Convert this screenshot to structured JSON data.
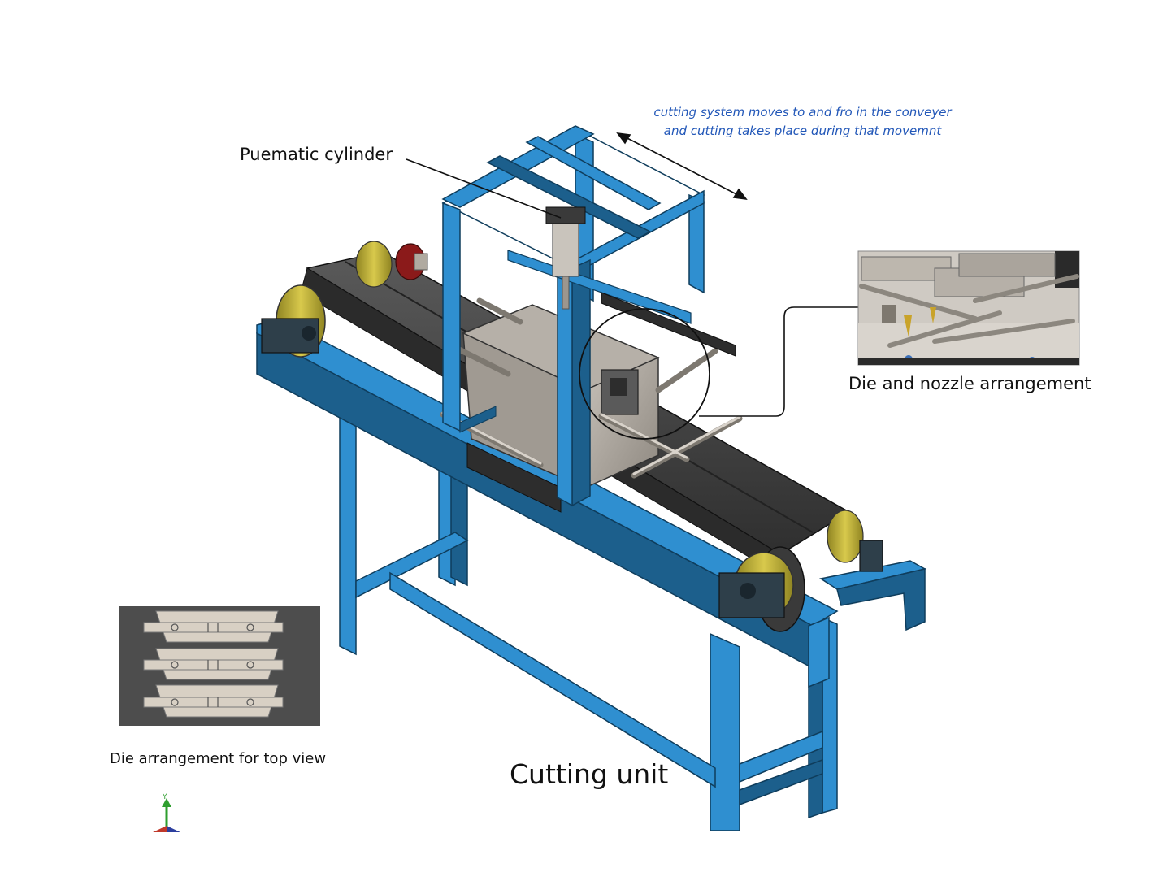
{
  "labels": {
    "cylinder": "Puematic cylinder",
    "motion_note_line1": "cutting system moves to and fro in the conveyer",
    "motion_note_line2": "and cutting takes place during that movemnt",
    "die_nozzle": "Die and nozzle arrangement",
    "die_top_view": "Die arrangement for top view",
    "title": "Cutting unit"
  },
  "colors": {
    "frame_blue": "#2f8fd0",
    "frame_dark": "#1c5f8c",
    "belt": "#3d3d3d",
    "pulley_yellow": "#c9b93a",
    "motor_red": "#8b1a1a",
    "die_grey": "#a8a29a",
    "note_blue": "#2257b8"
  },
  "axis_triad": {
    "axes": [
      "Y"
    ]
  }
}
